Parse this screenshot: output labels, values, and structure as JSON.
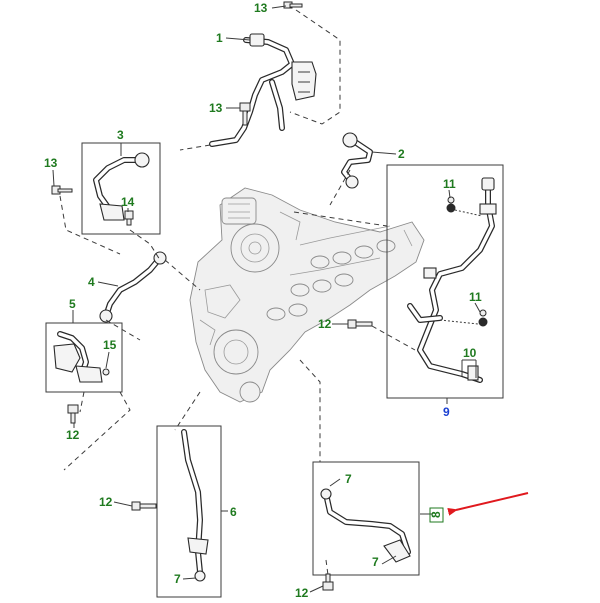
{
  "callouts": {
    "c13_top": "13",
    "c1": "1",
    "c13_mid": "13",
    "c3": "3",
    "c2": "2",
    "c13_left": "13",
    "c14": "14",
    "c11_top": "11",
    "c4": "4",
    "c11_bottom": "11",
    "c5": "5",
    "c12_mid": "12",
    "c15": "15",
    "c10": "10",
    "c12_left": "12",
    "c9": "9",
    "c7_top": "7",
    "c8": "8",
    "c12_lower": "12",
    "c6": "6",
    "c7_left": "7",
    "c12_bottom": "12"
  },
  "colors": {
    "callout_green": "#1f7a1f",
    "callout_blue": "#1a3fd1",
    "highlight_arrow": "#e0191e"
  },
  "icons": {
    "highlight": "red-pointer-arrow-icon"
  }
}
